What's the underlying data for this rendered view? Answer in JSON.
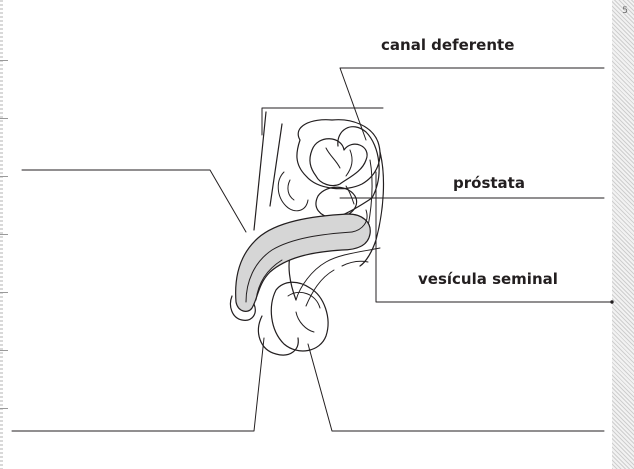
{
  "labels": {
    "canal_deferente": "canal deferente",
    "prostata": "próstata",
    "vesicula_seminal": "vesícula seminal"
  },
  "corner_note": "5",
  "colors": {
    "line": "#231f20",
    "shaded": "#d6d6d6",
    "background": "#ffffff"
  },
  "blank_answer_lines": 4
}
